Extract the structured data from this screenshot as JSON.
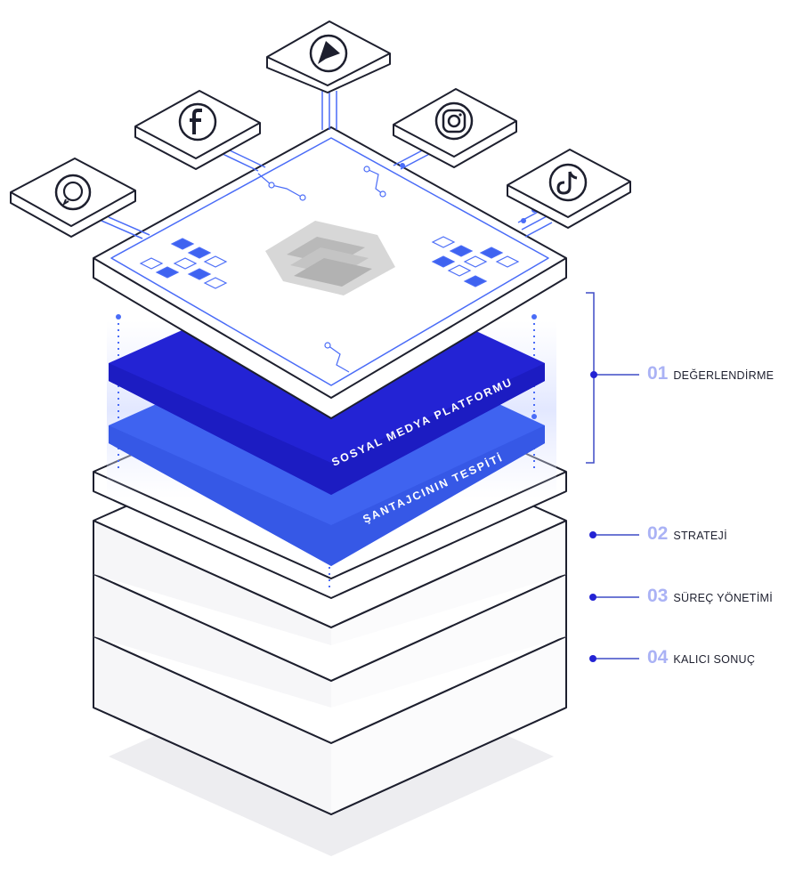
{
  "layers": {
    "top_label": "SOSYAL MEDYA PLATFORMU",
    "second_label": "ŞANTAJCININ TESPİTİ"
  },
  "platform_icons": [
    "whatsapp-icon",
    "facebook-icon",
    "arrow-app-icon",
    "instagram-icon",
    "tiktok-icon"
  ],
  "steps": [
    {
      "number": "01",
      "label": "DEĞERLENDİRME"
    },
    {
      "number": "02",
      "label": "STRATEJİ"
    },
    {
      "number": "03",
      "label": "SÜREÇ YÖNETİMİ"
    },
    {
      "number": "04",
      "label": "KALICI SONUÇ"
    }
  ],
  "colors": {
    "accent_dark": "#2323d4",
    "accent_light": "#3f63f0",
    "line_blue": "#4a6cf7",
    "step_number": "#aab2f5",
    "outline": "#1d1f2e"
  }
}
